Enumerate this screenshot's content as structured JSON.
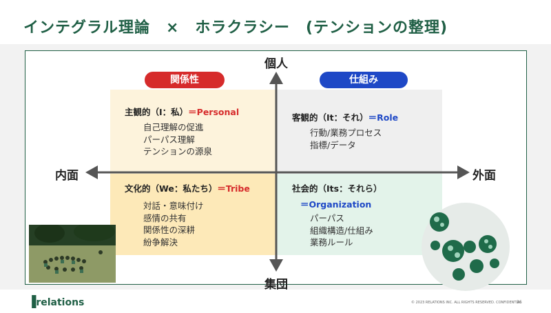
{
  "slide": {
    "title": "インテグラル理論　×　ホラクラシー　(テンションの整理)",
    "footer_copyright": "© 2023 RELATIONS INC. ALL RIGHTS RESERVED. CONFIDENTIAL",
    "page_number": "36",
    "logo_text": "relations"
  },
  "axes": {
    "top": "個人",
    "bottom": "集団",
    "left": "内面",
    "right": "外面"
  },
  "pills": {
    "left": "関係性",
    "right": "仕組み"
  },
  "quadrants": {
    "top_left": {
      "heading_main": "主観的（I：私）",
      "heading_eq": "＝Personal",
      "items": [
        "自己理解の促進",
        "パーパス理解",
        "テンションの源泉"
      ]
    },
    "top_right": {
      "heading_main": "客観的（It：それ）",
      "heading_eq": "＝Role",
      "items": [
        "行動/業務プロセス",
        "指標/データ"
      ]
    },
    "bottom_left": {
      "heading_main": "文化的（We：私たち）",
      "heading_eq": "＝Tribe",
      "items": [
        "対話・意味付け",
        "感情の共有",
        "関係性の深耕",
        "紛争解決"
      ]
    },
    "bottom_right": {
      "heading_main": "社会的（Its：それら）",
      "heading_eq": "＝Organization",
      "items": [
        "パーパス",
        "組織構造/仕組み",
        "業務ルール"
      ]
    }
  },
  "colors": {
    "brand_green": "#1f5f45",
    "red": "#d62b2b",
    "blue": "#1e48c6"
  }
}
